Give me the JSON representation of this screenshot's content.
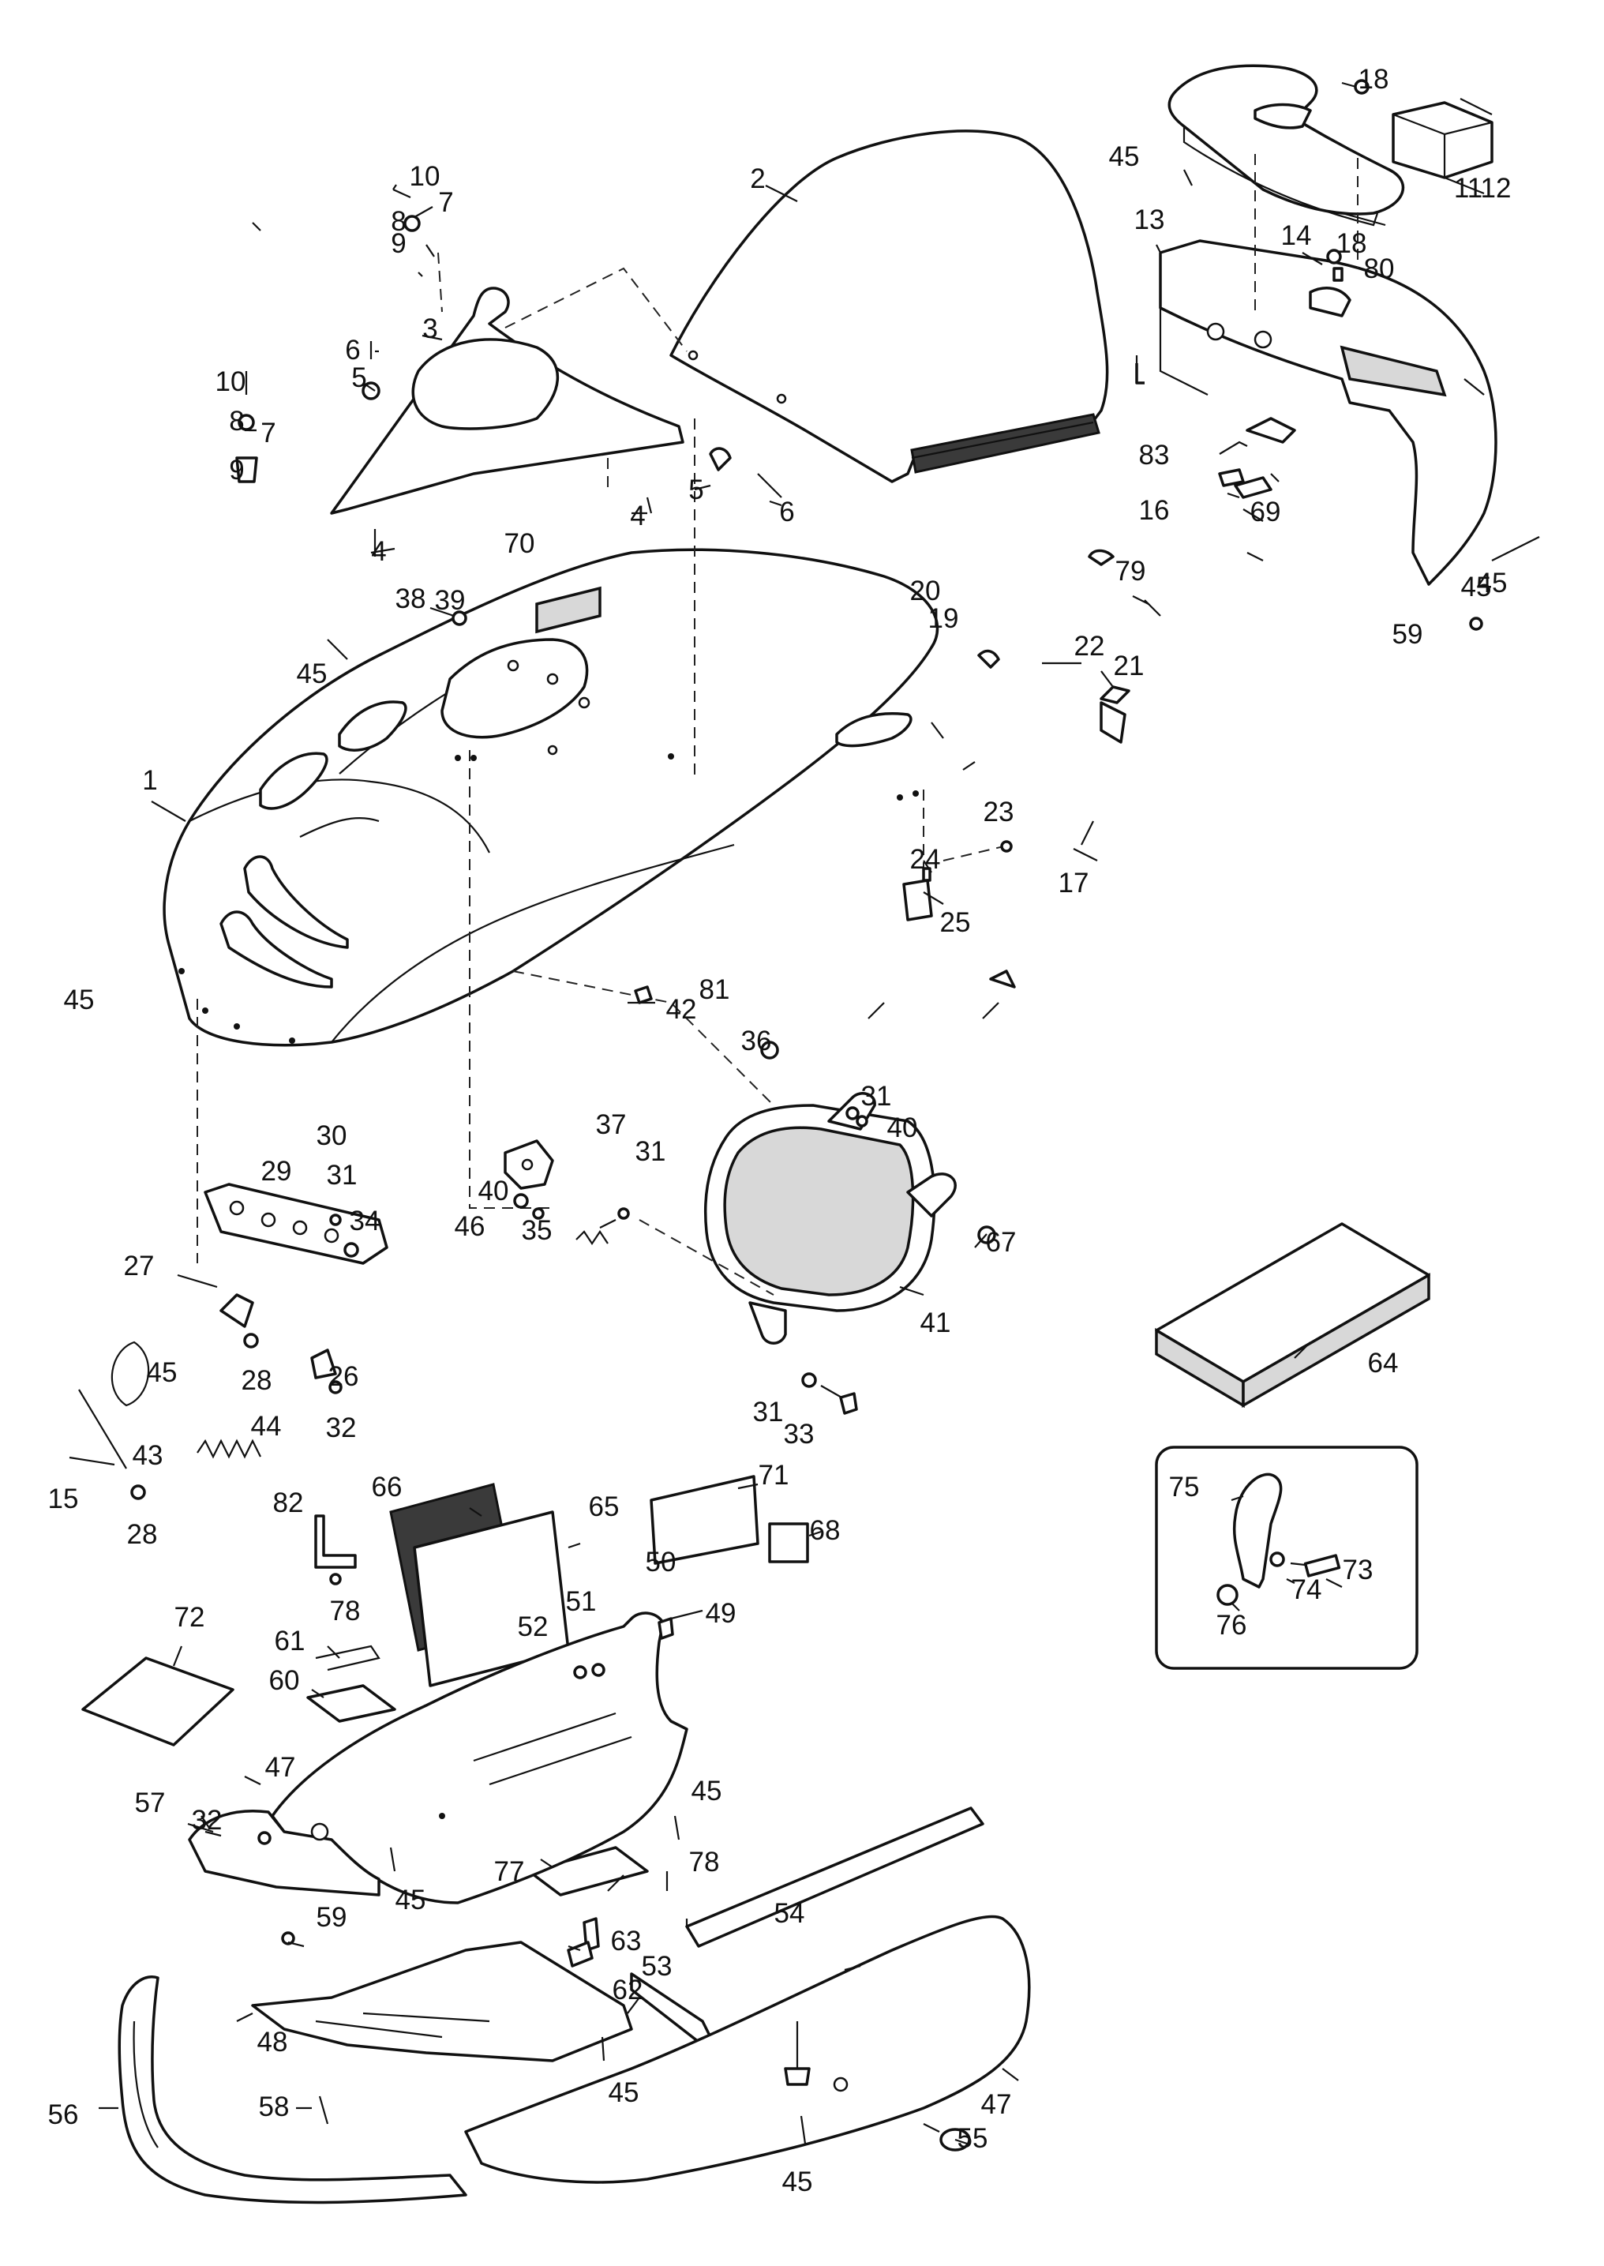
{
  "diagram": {
    "callouts": [
      {
        "id": "c1",
        "label": "1"
      },
      {
        "id": "c2",
        "label": "2"
      },
      {
        "id": "c3",
        "label": "3"
      },
      {
        "id": "c4a",
        "label": "4"
      },
      {
        "id": "c4b",
        "label": "4"
      },
      {
        "id": "c5a",
        "label": "5"
      },
      {
        "id": "c5b",
        "label": "5"
      },
      {
        "id": "c6a",
        "label": "6"
      },
      {
        "id": "c6b",
        "label": "6"
      },
      {
        "id": "c7a",
        "label": "7"
      },
      {
        "id": "c7b",
        "label": "7"
      },
      {
        "id": "c8a",
        "label": "8"
      },
      {
        "id": "c8b",
        "label": "8"
      },
      {
        "id": "c9a",
        "label": "9"
      },
      {
        "id": "c9b",
        "label": "9"
      },
      {
        "id": "c10a",
        "label": "10"
      },
      {
        "id": "c10b",
        "label": "10"
      },
      {
        "id": "c11",
        "label": "11"
      },
      {
        "id": "c12",
        "label": "12"
      },
      {
        "id": "c13",
        "label": "13"
      },
      {
        "id": "c14",
        "label": "14"
      },
      {
        "id": "c15",
        "label": "15"
      },
      {
        "id": "c16",
        "label": "16"
      },
      {
        "id": "c17",
        "label": "17"
      },
      {
        "id": "c18a",
        "label": "18"
      },
      {
        "id": "c18b",
        "label": "18"
      },
      {
        "id": "c19",
        "label": "19"
      },
      {
        "id": "c20",
        "label": "20"
      },
      {
        "id": "c21",
        "label": "21"
      },
      {
        "id": "c22",
        "label": "22"
      },
      {
        "id": "c23",
        "label": "23"
      },
      {
        "id": "c24",
        "label": "24"
      },
      {
        "id": "c25",
        "label": "25"
      },
      {
        "id": "c26",
        "label": "26"
      },
      {
        "id": "c27",
        "label": "27"
      },
      {
        "id": "c28a",
        "label": "28"
      },
      {
        "id": "c28b",
        "label": "28"
      },
      {
        "id": "c29",
        "label": "29"
      },
      {
        "id": "c30",
        "label": "30"
      },
      {
        "id": "c31a",
        "label": "31"
      },
      {
        "id": "c31b",
        "label": "31"
      },
      {
        "id": "c31c",
        "label": "31"
      },
      {
        "id": "c31d",
        "label": "31"
      },
      {
        "id": "c32a",
        "label": "32"
      },
      {
        "id": "c32b",
        "label": "32"
      },
      {
        "id": "c33",
        "label": "33"
      },
      {
        "id": "c34",
        "label": "34"
      },
      {
        "id": "c35",
        "label": "35"
      },
      {
        "id": "c36",
        "label": "36"
      },
      {
        "id": "c37",
        "label": "37"
      },
      {
        "id": "c38",
        "label": "38"
      },
      {
        "id": "c39",
        "label": "39"
      },
      {
        "id": "c40a",
        "label": "40"
      },
      {
        "id": "c40b",
        "label": "40"
      },
      {
        "id": "c41",
        "label": "41"
      },
      {
        "id": "c42",
        "label": "42"
      },
      {
        "id": "c43",
        "label": "43"
      },
      {
        "id": "c44",
        "label": "44"
      },
      {
        "id": "c45a",
        "label": "45"
      },
      {
        "id": "c45b",
        "label": "45"
      },
      {
        "id": "c45c",
        "label": "45"
      },
      {
        "id": "c45d",
        "label": "45"
      },
      {
        "id": "c45e",
        "label": "45"
      },
      {
        "id": "c45f",
        "label": "45"
      },
      {
        "id": "c45g",
        "label": "45"
      },
      {
        "id": "c45h",
        "label": "45"
      },
      {
        "id": "c45i",
        "label": "45"
      },
      {
        "id": "c45j",
        "label": "45"
      },
      {
        "id": "c46",
        "label": "46"
      },
      {
        "id": "c47a",
        "label": "47"
      },
      {
        "id": "c47b",
        "label": "47"
      },
      {
        "id": "c48",
        "label": "48"
      },
      {
        "id": "c49",
        "label": "49"
      },
      {
        "id": "c50",
        "label": "50"
      },
      {
        "id": "c51",
        "label": "51"
      },
      {
        "id": "c52",
        "label": "52"
      },
      {
        "id": "c53",
        "label": "53"
      },
      {
        "id": "c54",
        "label": "54"
      },
      {
        "id": "c55",
        "label": "55"
      },
      {
        "id": "c56",
        "label": "56"
      },
      {
        "id": "c57",
        "label": "57"
      },
      {
        "id": "c58",
        "label": "58"
      },
      {
        "id": "c59a",
        "label": "59"
      },
      {
        "id": "c59b",
        "label": "59"
      },
      {
        "id": "c60",
        "label": "60"
      },
      {
        "id": "c61",
        "label": "61"
      },
      {
        "id": "c62",
        "label": "62"
      },
      {
        "id": "c63",
        "label": "63"
      },
      {
        "id": "c64",
        "label": "64"
      },
      {
        "id": "c65",
        "label": "65"
      },
      {
        "id": "c66",
        "label": "66"
      },
      {
        "id": "c67",
        "label": "67"
      },
      {
        "id": "c68",
        "label": "68"
      },
      {
        "id": "c69",
        "label": "69"
      },
      {
        "id": "c70",
        "label": "70"
      },
      {
        "id": "c71",
        "label": "71"
      },
      {
        "id": "c72",
        "label": "72"
      },
      {
        "id": "c73",
        "label": "73"
      },
      {
        "id": "c74",
        "label": "74"
      },
      {
        "id": "c75",
        "label": "75"
      },
      {
        "id": "c76",
        "label": "76"
      },
      {
        "id": "c77",
        "label": "77"
      },
      {
        "id": "c78a",
        "label": "78"
      },
      {
        "id": "c78b",
        "label": "78"
      },
      {
        "id": "c79",
        "label": "79"
      },
      {
        "id": "c80",
        "label": "80"
      },
      {
        "id": "c81",
        "label": "81"
      },
      {
        "id": "c82",
        "label": "82"
      },
      {
        "id": "c83",
        "label": "83"
      }
    ]
  }
}
